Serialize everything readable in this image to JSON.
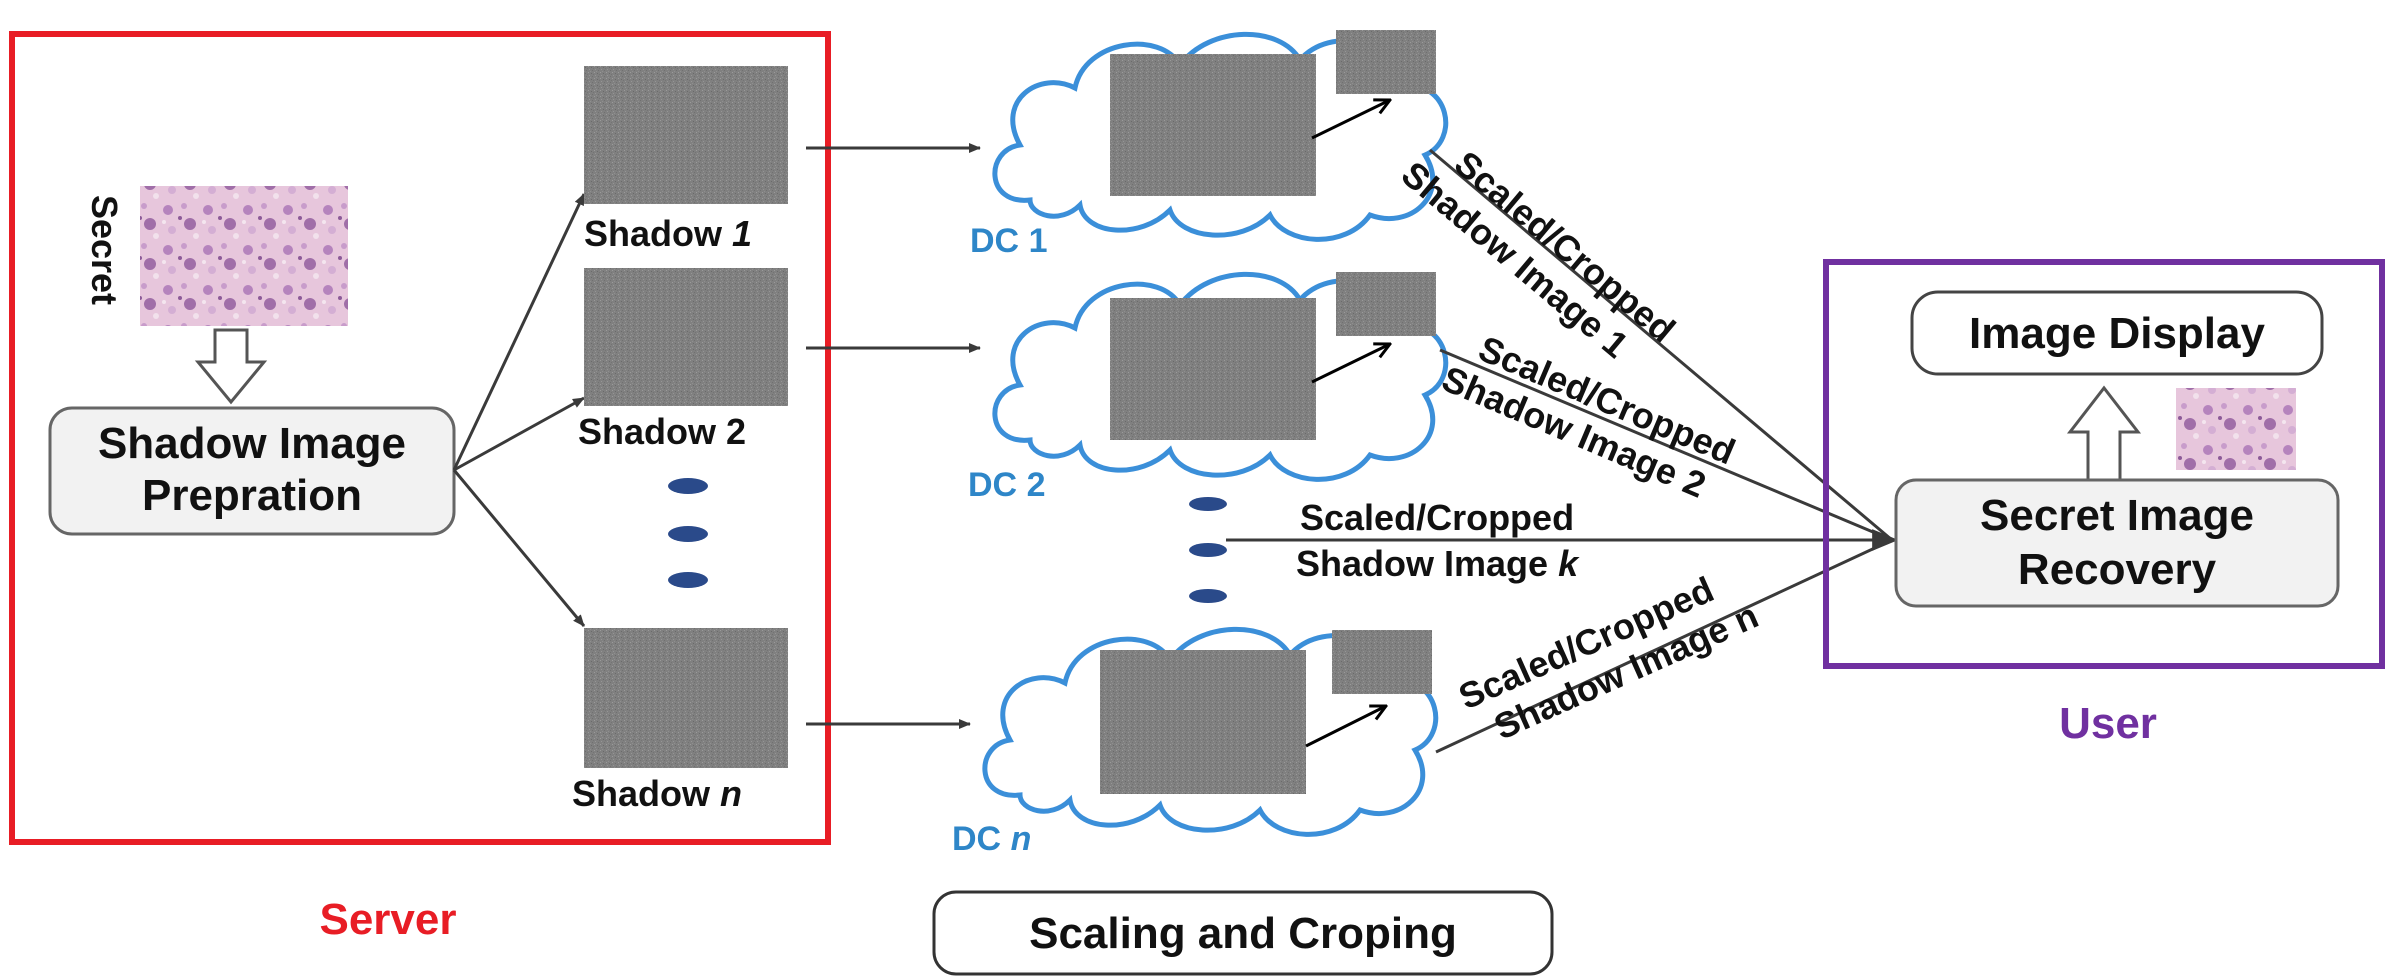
{
  "server": {
    "caption": "Server",
    "secret_label": "Secret",
    "prep_line1": "Shadow Image",
    "prep_line2": "Prepration",
    "shadows": [
      {
        "prefix": "Shadow ",
        "index": "1"
      },
      {
        "prefix": "Shadow ",
        "index": "2"
      },
      {
        "prefix": "Shadow ",
        "index": "n"
      }
    ]
  },
  "cloud": {
    "caption": "Scaling and Croping",
    "dcs": [
      {
        "prefix": "DC ",
        "index": "1"
      },
      {
        "prefix": "DC ",
        "index": "2"
      },
      {
        "prefix": "DC ",
        "index": "n"
      }
    ]
  },
  "links": {
    "l1": {
      "line1": "Scaled/Cropped",
      "line2": "Shadow Image 1"
    },
    "l2": {
      "line1": "Scaled/Cropped",
      "line2": "Shadow Image 2"
    },
    "lk": {
      "line1": "Scaled/Cropped",
      "line2_prefix": "Shadow Image ",
      "line2_index": "k"
    },
    "ln": {
      "line1": "Scaled/Cropped",
      "line2": "Shadow Image n"
    }
  },
  "user": {
    "caption": "User",
    "display_label": "Image Display",
    "recovery_line1": "Secret Image",
    "recovery_line2": "Recovery"
  },
  "colors": {
    "server_border": "#e81d25",
    "user_border": "#7030a0",
    "cloud_stroke": "#3b8fd9",
    "dc_label": "#2e86c8",
    "ellipsis_dot": "#2a4a8a",
    "shadow_gray": "#808080"
  }
}
